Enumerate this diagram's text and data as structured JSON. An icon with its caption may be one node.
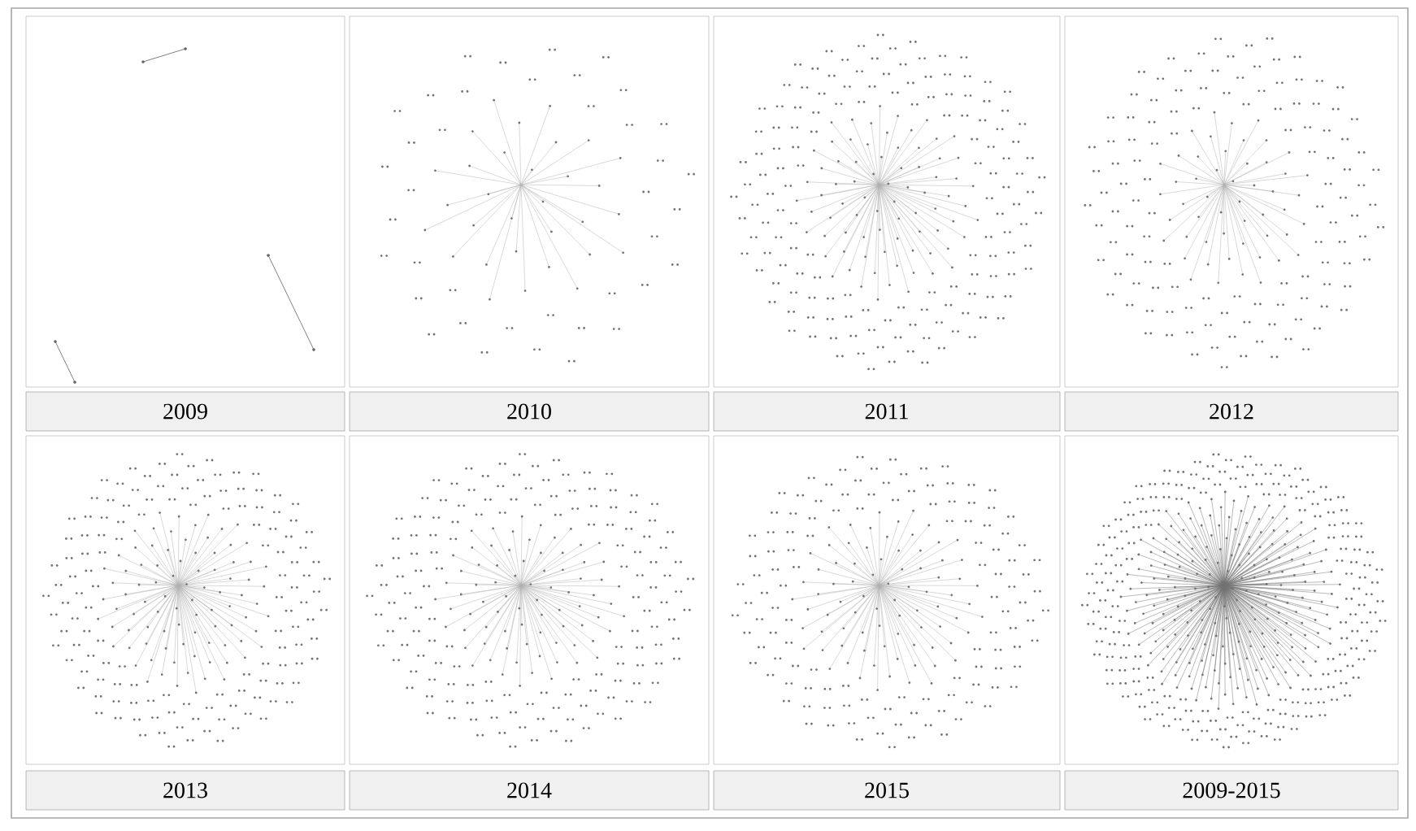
{
  "diagram": {
    "labels": [
      "2009",
      "2010",
      "2011",
      "2012",
      "2013",
      "2014",
      "2015",
      "2009-2015"
    ]
  }
}
